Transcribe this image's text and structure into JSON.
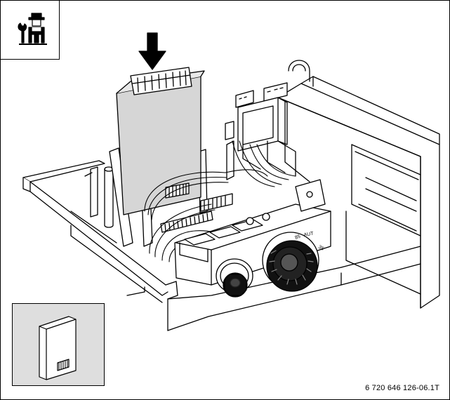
{
  "figure": {
    "reference_id": "6 720 646 126-06.1T",
    "knob_scale": {
      "label_high": "85",
      "label_aut": "AUT",
      "label_low": "35"
    }
  },
  "icons": {
    "badge": "service-technician-icon",
    "arrow": "insert-down-arrow-icon",
    "card": "memory-card-icon"
  },
  "colors": {
    "line": "#000000",
    "card_fill": "#d6d6d6",
    "inset_fill": "#dedede",
    "knob_fill": "#111111"
  }
}
